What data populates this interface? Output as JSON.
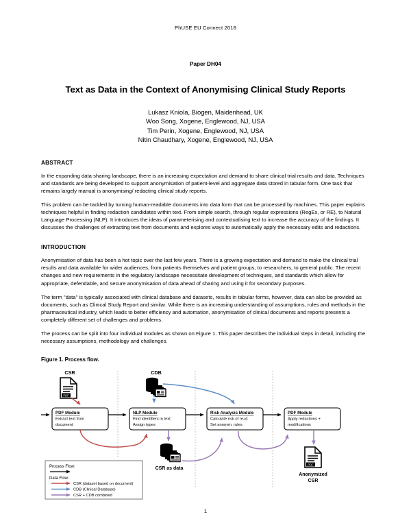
{
  "running_head": "PhUSE EU Connect 2018",
  "paper_id": "Paper DH04",
  "title": "Text as Data in the Context of Anonymising Clinical Study Reports",
  "authors": [
    "Lukasz Kniola, Biogen, Maidenhead, UK",
    "Woo Song, Xogene, Englewood, NJ, USA",
    "Tim Perin, Xogene, Englewood, NJ, USA",
    "Nitin Chaudhary, Xogene, Englewood, NJ, USA"
  ],
  "abstract": {
    "heading": "ABSTRACT",
    "paragraphs": [
      "In the expanding data sharing landscape, there is an increasing expectation and demand to share clinical trial results and data. Techniques and standards are being developed to support anonymisation of patient-level and aggregate data stored in tabular form. One task that remains largely manual is anonymising/ redacting clinical study reports.",
      "This problem can be tackled by turning human-readable documents into data form that can be processed by machines. This paper explains techniques helpful in finding redaction candidates within text. From simple search, through regular expressions (RegEx, or RE), to Natural Language Processing (NLP). It introduces the ideas of parameterising and contextualising text to increase the accuracy of the findings. It discusses the challenges of extracting text from documents and explores ways to automatically apply the necessary edits and redactions."
    ]
  },
  "introduction": {
    "heading": "INTRODUCTION",
    "paragraphs": [
      "Anonymisation of data has been a hot topic over the last few years. There is a growing expectation and demand to make the clinical trial results and data available for wider audiences, from patients themselves and patient groups, to researchers, to general public. The recent changes and new requirements in the regulatory landscape necessitate development of techniques, and standards which allow for appropriate, defendable, and secure anonymisation of data ahead of sharing and using it for secondary purposes.",
      "The term \"data\" is typically associated with clinical database and datasets, results in tabular forms, however, data can also be provided as documents, such as Clinical Study Report and similar. While there is an increasing understanding of assumptions, rules and methods in the pharmaceutical industry, which leads to better efficiency and automation, anonymisation of clinical documents and reports presents a completely different set of challenges and problems.",
      "The process can be split into four individual modules as shown on Figure 1. This paper describes the individual steps in detail, including the necessary assumptions, methodology and challenges."
    ]
  },
  "figure": {
    "caption": "Figure 1. Process flow.",
    "nodes": {
      "csr_input": "CSR",
      "cdb_input": "CDB",
      "csr_as_data": "CSR as data",
      "anonymized_csr_line1": "Anonymized",
      "anonymized_csr_line2": "CSR",
      "pdf_badge": "PDF"
    },
    "modules": [
      {
        "title": "PDF Module",
        "lines": [
          "Extract text from",
          "document"
        ]
      },
      {
        "title": "NLP Module",
        "lines": [
          "Find identifiers in text",
          "Assign types"
        ]
      },
      {
        "title": "Risk Analysis Module",
        "lines": [
          "Calculate risk of re-id",
          "Set anonym. rules"
        ]
      },
      {
        "title": "PDF Module",
        "lines": [
          "Apply redactions +",
          "modifications"
        ]
      }
    ],
    "legend": {
      "process_flow_label": "Process Flow:",
      "data_flow_label": "Data Flow:",
      "items": [
        {
          "label": "CSR (dataset based on document)",
          "color": "#c0504d"
        },
        {
          "label": "CDB (Clinical Database)",
          "color": "#5b8ec4"
        },
        {
          "label": "CSR + CDB combined",
          "color": "#9b7bb8"
        }
      ]
    },
    "colors": {
      "csr_flow": "#c0504d",
      "cdb_flow": "#5b8ec4",
      "combined_flow": "#9b7bb8",
      "process_flow": "#000000",
      "swimlane": "#aaaaaa"
    }
  },
  "page_number": "1"
}
